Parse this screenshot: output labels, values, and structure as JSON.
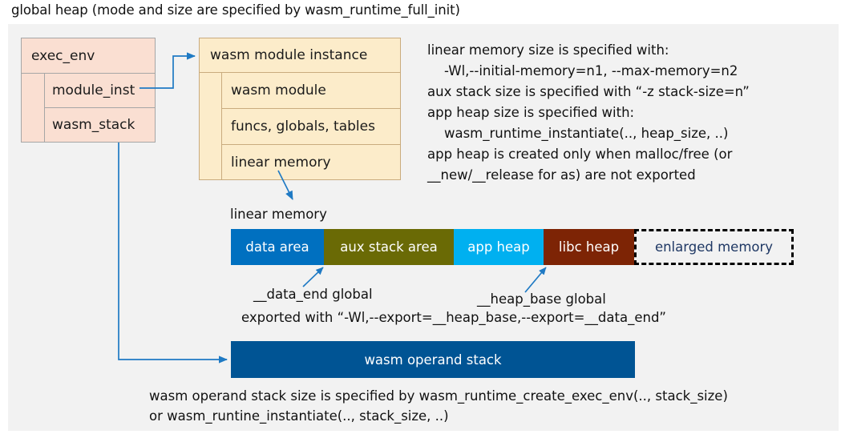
{
  "title": "global heap (mode and size are specified by wasm_runtime_full_init)",
  "exec_env": {
    "title": "exec_env",
    "rows": [
      {
        "label": "module_inst"
      },
      {
        "label": "wasm_stack"
      }
    ]
  },
  "module_instance": {
    "title": "wasm module instance",
    "rows": [
      {
        "label": "wasm module"
      },
      {
        "label": "funcs, globals, tables"
      },
      {
        "label": "linear memory"
      }
    ]
  },
  "spec_text": "linear memory size is specified with:\n    -Wl,--initial-memory=n1, --max-memory=n2\naux stack size is specified with “-z stack-size=n”\napp heap size is specified with:\n    wasm_runtime_instantiate(.., heap_size, ..)\napp heap is created only when malloc/free (or\n__new/__release for as) are not exported",
  "linear_memory": {
    "label": "linear memory",
    "segments": [
      {
        "label": "data area",
        "color": "#0070c0",
        "text_color": "#ffffff"
      },
      {
        "label": "aux stack area",
        "color": "#6a6a05",
        "text_color": "#ffffff"
      },
      {
        "label": "app heap",
        "color": "#00b0f0",
        "text_color": "#ffffff"
      },
      {
        "label": "libc heap",
        "color": "#7d2405",
        "text_color": "#ffffff"
      },
      {
        "label": "enlarged memory",
        "color": "#f2f2f2",
        "text_color": "#1f3864"
      }
    ]
  },
  "annotations": {
    "data_end": "__data_end global",
    "heap_base": "__heap_base global",
    "exported_with": "exported with “-Wl,--export=__heap_base,--export=__data_end”"
  },
  "operand_stack": {
    "label": "wasm operand stack",
    "color": "#005494"
  },
  "bottom_text": "wasm operand stack size is specified by wasm_runtime_create_exec_env(.., stack_size)\nor wasm_runtine_instantiate(.., stack_size, ..)",
  "colors": {
    "container_bg": "#f2f2f2",
    "exec_env_fill": "#fadfd2",
    "module_instance_fill": "#fcecca",
    "arrow": "#1f7ac4"
  }
}
